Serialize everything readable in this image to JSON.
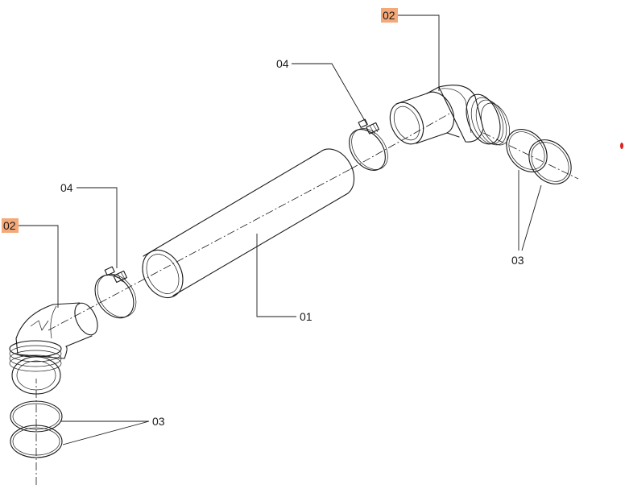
{
  "callouts": {
    "pipe": "01",
    "elbow_top": "02",
    "elbow_left": "02",
    "rings_top": "03",
    "rings_bottom": "03",
    "clamp_top": "04",
    "clamp_left": "04"
  },
  "colors": {
    "highlight": "#f5a878",
    "line": "#1a1a1a",
    "marker": "#e0201c"
  }
}
